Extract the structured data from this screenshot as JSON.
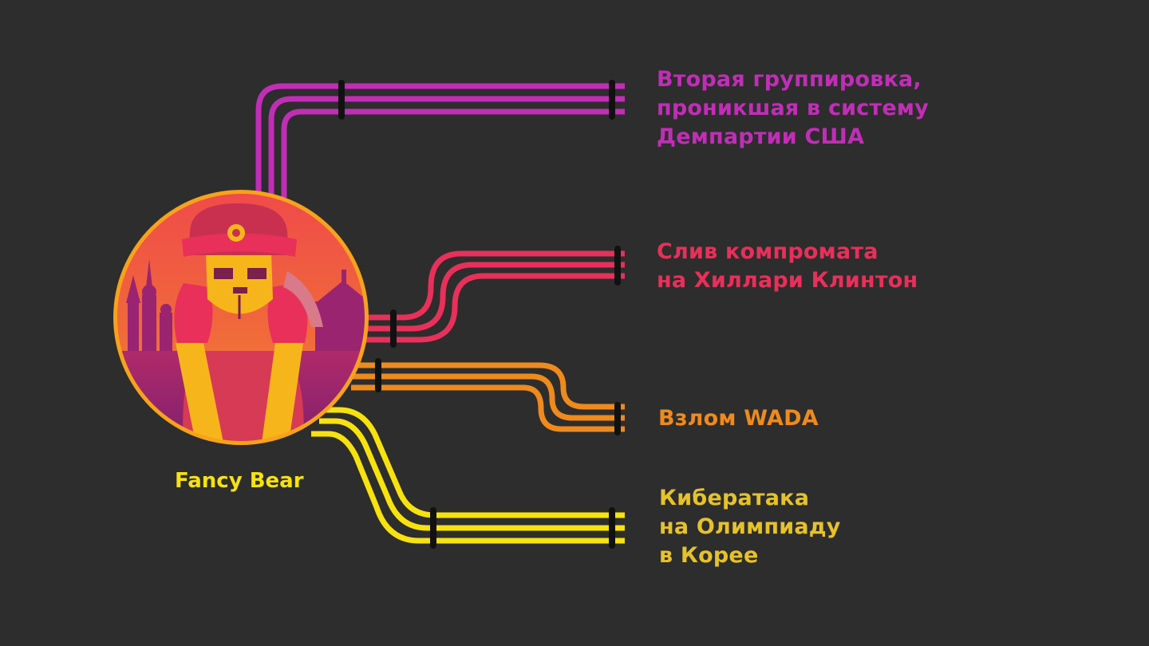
{
  "colors": {
    "background": "#2d2d2d",
    "magenta": "#c12eb6",
    "crimson": "#e8305a",
    "orange": "#ef8a1c",
    "yellow": "#f7e20f",
    "tick": "#111111"
  },
  "logo": {
    "name": "Fancy Bear",
    "icon": "fancy-bear-emblem"
  },
  "operations": [
    {
      "id": "dnc",
      "color": "#c12eb6",
      "lines": [
        "Вторая группировка,",
        "проникшая в систему",
        "Демпартии США"
      ]
    },
    {
      "id": "clinton",
      "color": "#e8305a",
      "lines": [
        "Слив компромата",
        "на Хиллари Клинтон"
      ]
    },
    {
      "id": "wada",
      "color": "#ef8a1c",
      "lines": [
        "Взлом WADA"
      ]
    },
    {
      "id": "olympics",
      "color": "#e6c229",
      "lines": [
        "Кибератака",
        "на Олимпиаду",
        "в Корее"
      ]
    }
  ]
}
